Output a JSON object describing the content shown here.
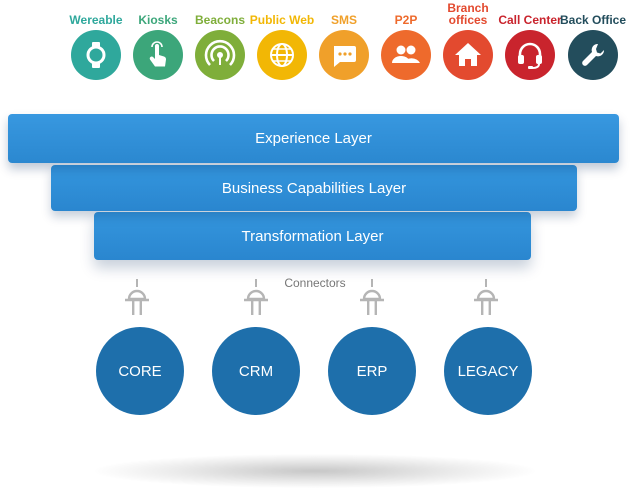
{
  "channels": [
    {
      "label": "Wereable",
      "color": "#2fa89c",
      "icon": "watch-icon"
    },
    {
      "label": "Kiosks",
      "color": "#3ca67a",
      "icon": "touch-icon"
    },
    {
      "label": "Beacons",
      "color": "#7fae3a",
      "icon": "beacon-icon"
    },
    {
      "label": "Public Web",
      "color": "#f2b705",
      "icon": "globe-icon"
    },
    {
      "label": "SMS",
      "color": "#f0a02a",
      "icon": "sms-icon"
    },
    {
      "label": "P2P",
      "color": "#ee6a2c",
      "icon": "users-icon"
    },
    {
      "label": "Branch offices",
      "color": "#e34a2f",
      "icon": "home-icon"
    },
    {
      "label": "Call Center",
      "color": "#c9242d",
      "icon": "headset-icon"
    },
    {
      "label": "Back Office",
      "color": "#234d5c",
      "icon": "wrench-icon"
    }
  ],
  "layers": {
    "experience": "Experience Layer",
    "business": "Business Capabilities Layer",
    "transformation": "Transformation Layer",
    "color": "#2f8fd8"
  },
  "connectors_label": "Connectors",
  "systems": [
    "CORE",
    "CRM",
    "ERP",
    "LEGACY"
  ],
  "system_color": "#1e6fab"
}
